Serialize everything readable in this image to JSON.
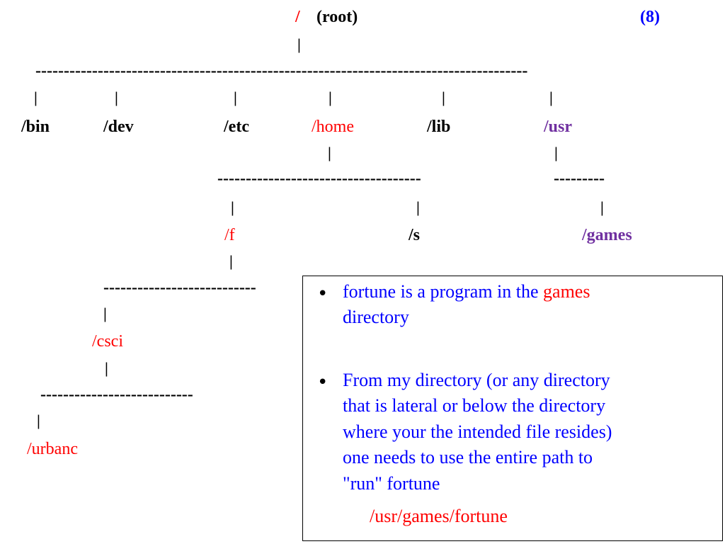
{
  "header": {
    "root_slash": "/",
    "root_label": "(root)",
    "slide_number": "(8)"
  },
  "tree": {
    "pipe": "|",
    "dash_level1": "---------------------------------------------------------------------------------------",
    "dash_home": "------------------------------------",
    "dash_usr": "---------",
    "dash_f": "---------------------------",
    "dash_csci": "---------------------------",
    "top_dirs": [
      "/bin",
      "/dev",
      "/etc",
      "/home",
      "/lib",
      "/usr"
    ],
    "home_dirs": [
      "/f",
      "/s"
    ],
    "usr_dirs": [
      "/games"
    ],
    "f_dirs": [
      "/csci"
    ],
    "csci_dirs": [
      "/urbanc"
    ]
  },
  "notes": {
    "item1_part1": "fortune is a program in the ",
    "item1_highlight": "games",
    "item1_line2": "directory",
    "item2_lines": [
      "From my directory (or any directory",
      "that is lateral or below the directory",
      "where your the intended file resides)",
      "one needs to use the entire path to",
      "\"run\" fortune"
    ],
    "path": "/usr/games/fortune"
  },
  "colors": {
    "red": "#ff0000",
    "purple": "#7030a0",
    "blue": "#0000ff",
    "black": "#000000"
  }
}
